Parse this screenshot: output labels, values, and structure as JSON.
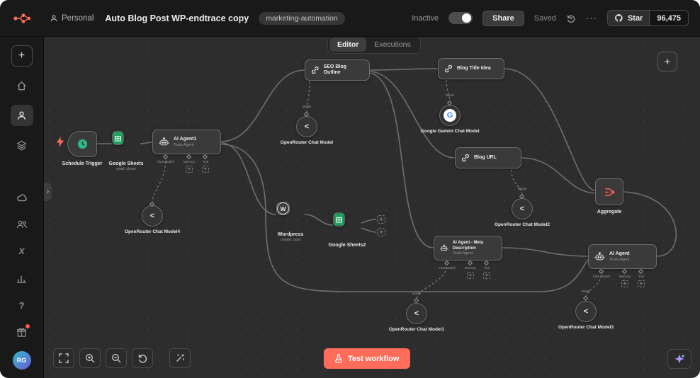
{
  "topbar": {
    "project": "Personal",
    "title": "Auto Blog Post WP-endtrace copy",
    "tag": "marketing-automation",
    "status_label": "Inactive",
    "share_label": "Share",
    "saved_label": "Saved",
    "more_label": "···",
    "github": {
      "star_label": "Star",
      "star_count": "96,475"
    }
  },
  "tabs": {
    "editor": "Editor",
    "executions": "Executions"
  },
  "sidebar": {
    "templates_label": "X",
    "help_label": "?",
    "avatar_initials": "RG"
  },
  "icons": {
    "plus": "+",
    "wordpress_letter": "W",
    "google_letter": "G",
    "openrouter_mark": "<",
    "chevron_right": "›"
  },
  "canvas": {
    "ports": {
      "chat_model": "Chat Model*",
      "memory": "Memory",
      "tool": "Tool",
      "model": "Model"
    },
    "nodes": [
      {
        "label": "Schedule Trigger"
      },
      {
        "label": "Google Sheets",
        "sublabel": "read: sheet"
      },
      {
        "label": "AI Agent1",
        "sublabel": "Tools Agent"
      },
      {
        "label": "OpenRouter Chat Model4"
      },
      {
        "label": "SEO Blog Outline"
      },
      {
        "label": "OpenRouter Chat Model"
      },
      {
        "label": "Blog Title Idea"
      },
      {
        "label": "Google Gemini Chat Model"
      },
      {
        "label": "Blog URL"
      },
      {
        "label": "OpenRouter Chat Model2"
      },
      {
        "label": "Aggregate"
      },
      {
        "label": "Wordpress",
        "sublabel": "create: post"
      },
      {
        "label": "Google Sheets2"
      },
      {
        "label": "AI Agent - Meta Description",
        "sublabel": "Tools Agent"
      },
      {
        "label": "OpenRouter Chat Model1"
      },
      {
        "label": "AI Agent",
        "sublabel": "Tools Agent"
      },
      {
        "label": "OpenRouter Chat Model3"
      }
    ]
  },
  "controls": {
    "test_label": "Test workflow"
  },
  "colors": {
    "accent": "#ff6d5a",
    "canvas_bg": "#2d2d2e",
    "node_border": "#6d6d6d"
  }
}
